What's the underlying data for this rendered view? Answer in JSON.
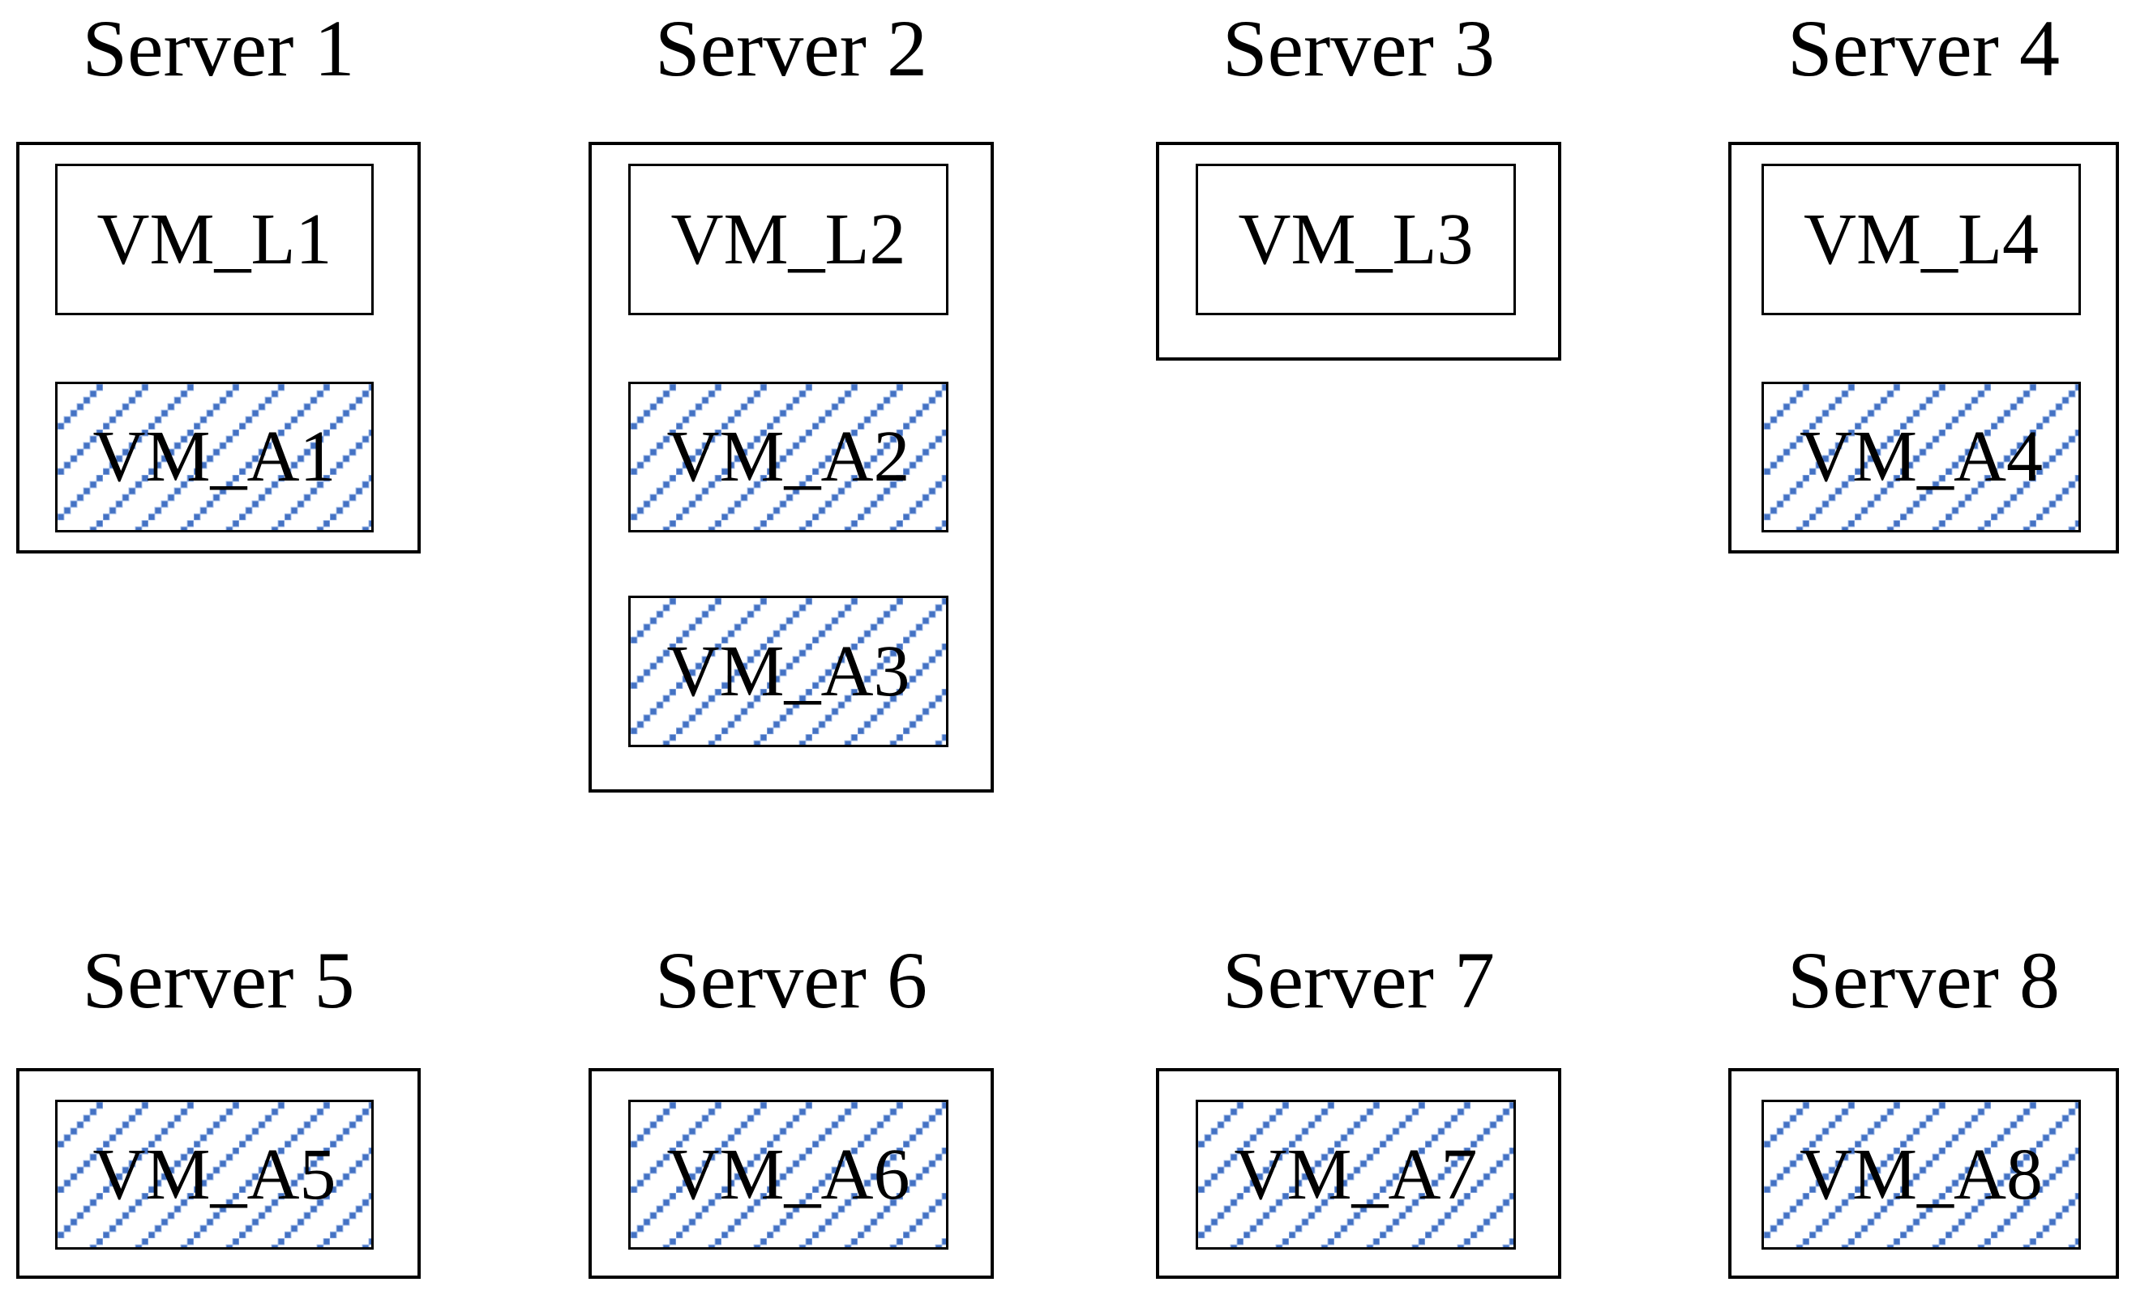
{
  "diagram": {
    "background": "#ffffff",
    "border_color": "#000000",
    "text_color": "#000000",
    "hatch_color": "#4472C4",
    "hatch_halo_color": "#A6BFE9",
    "hatch_style": "diagonal dotted-square lines, bottom-left to top-right"
  },
  "servers": [
    {
      "title": "Server 1",
      "vms": [
        {
          "label": "VM_L1",
          "style": "plain"
        },
        {
          "label": "VM_A1",
          "style": "hatched"
        }
      ]
    },
    {
      "title": "Server 2",
      "vms": [
        {
          "label": "VM_L2",
          "style": "plain"
        },
        {
          "label": "VM_A2",
          "style": "hatched"
        },
        {
          "label": "VM_A3",
          "style": "hatched"
        }
      ]
    },
    {
      "title": "Server 3",
      "vms": [
        {
          "label": "VM_L3",
          "style": "plain"
        }
      ]
    },
    {
      "title": "Server 4",
      "vms": [
        {
          "label": "VM_L4",
          "style": "plain"
        },
        {
          "label": "VM_A4",
          "style": "hatched"
        }
      ]
    },
    {
      "title": "Server 5",
      "vms": [
        {
          "label": "VM_A5",
          "style": "hatched"
        }
      ]
    },
    {
      "title": "Server 6",
      "vms": [
        {
          "label": "VM_A6",
          "style": "hatched"
        }
      ]
    },
    {
      "title": "Server 7",
      "vms": [
        {
          "label": "VM_A7",
          "style": "hatched"
        }
      ]
    },
    {
      "title": "Server 8",
      "vms": [
        {
          "label": "VM_A8",
          "style": "hatched"
        }
      ]
    }
  ]
}
